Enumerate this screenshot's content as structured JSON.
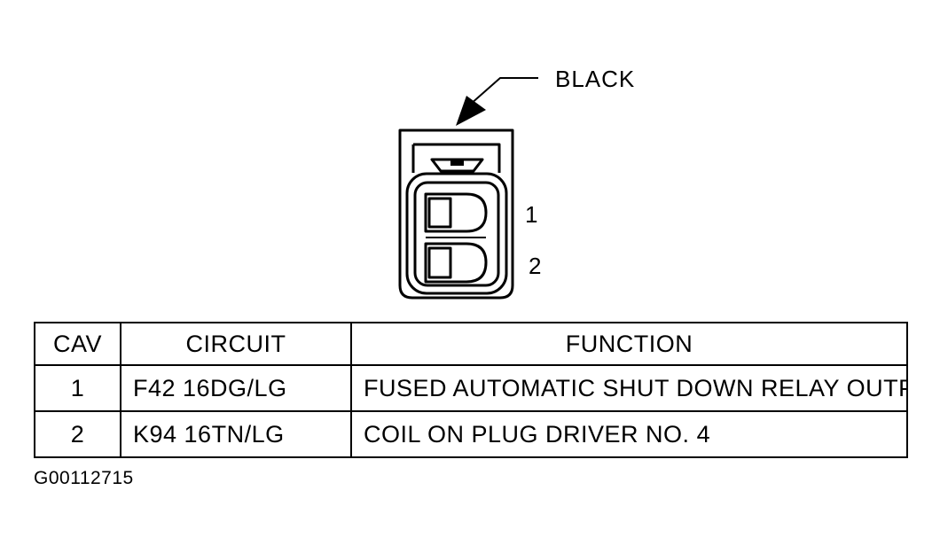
{
  "connector": {
    "color_label": "BLACK",
    "pin_labels": [
      "1",
      "2"
    ]
  },
  "table": {
    "headers": {
      "cav": "CAV",
      "circuit": "CIRCUIT",
      "function": "FUNCTION"
    },
    "rows": [
      {
        "cav": "1",
        "circuit": "F42 16DG/LG",
        "function": "FUSED AUTOMATIC SHUT DOWN RELAY OUTPUT"
      },
      {
        "cav": "2",
        "circuit": "K94 16TN/LG",
        "function": "COIL ON PLUG DRIVER NO. 4"
      }
    ]
  },
  "figure_id": "G00112715"
}
